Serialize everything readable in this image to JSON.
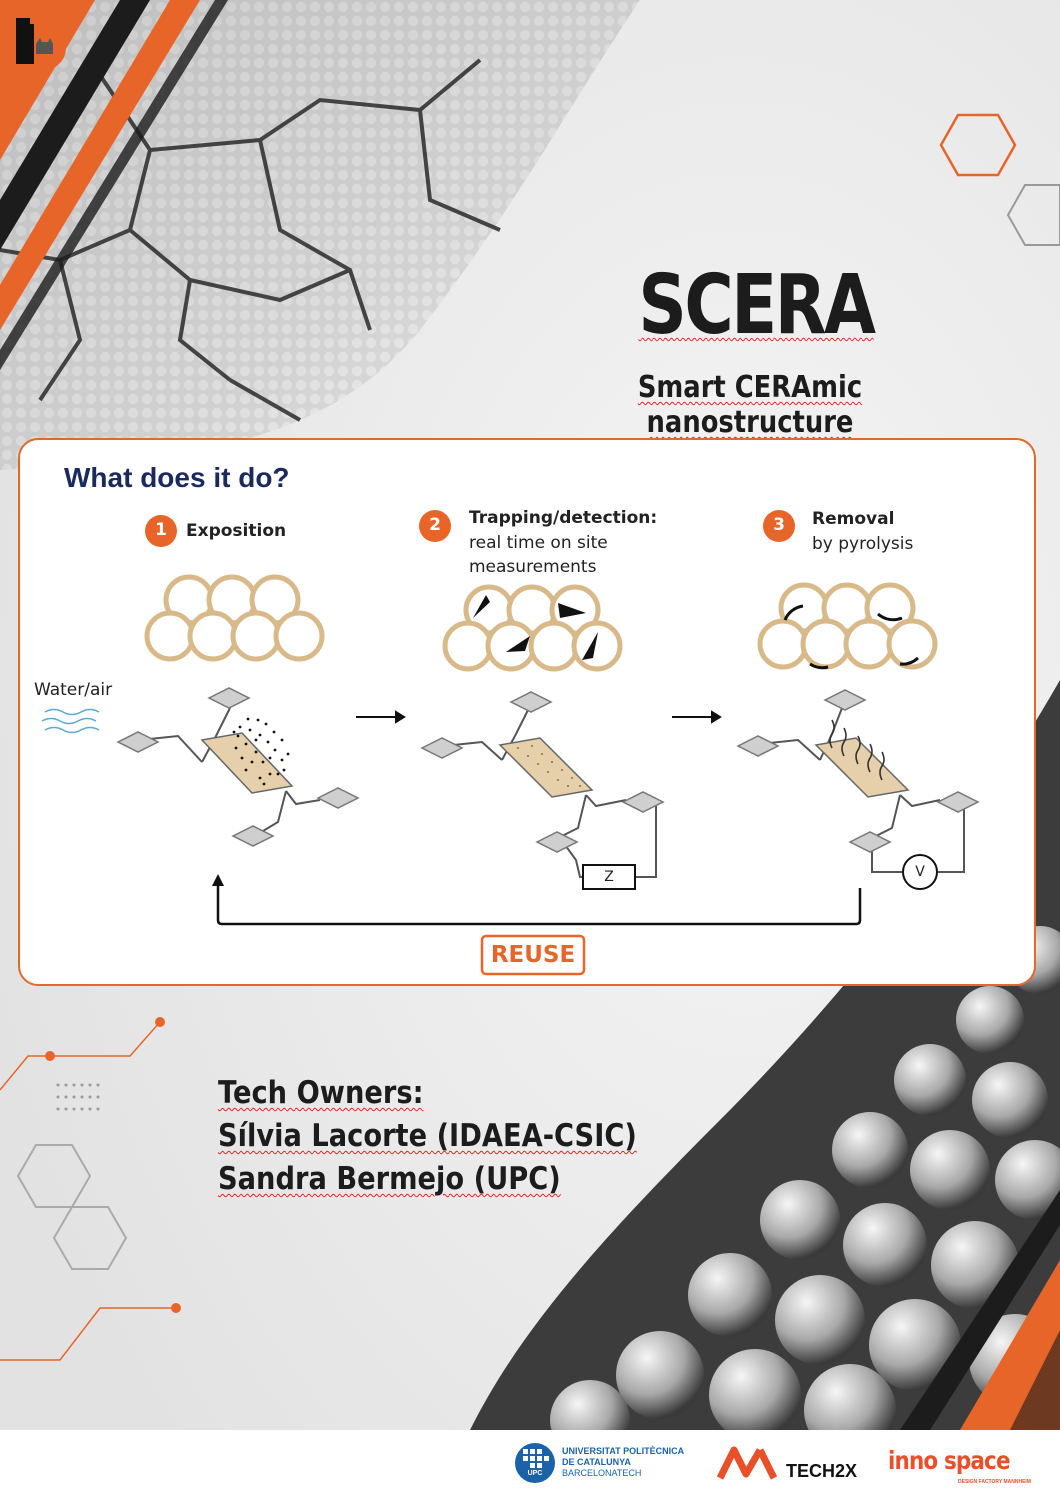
{
  "header": {
    "title": "SCERA",
    "subtitle": "Smart CERAmic nanostructure"
  },
  "panel": {
    "heading": "What does it do?",
    "steps": [
      {
        "number": "1",
        "title": "Exposition",
        "desc_1": "",
        "desc_2": ""
      },
      {
        "number": "2",
        "title": "Trapping/detection:",
        "desc_1": "real time on site",
        "desc_2": "measurements"
      },
      {
        "number": "3",
        "title": "Removal",
        "desc_1": "by pyrolysis",
        "desc_2": ""
      }
    ],
    "input_label": "Water/air",
    "impedance_symbol": "Z",
    "voltage_symbol": "V",
    "reuse_label": "REUSE"
  },
  "owners": {
    "heading": "Tech Owners:",
    "owner_1": "Sílvia Lacorte (IDAEA-CSIC)",
    "owner_2": "Sandra Bermejo (UPC)"
  },
  "footer": {
    "upc_line_1": "UNIVERSITAT POLITÈCNICA",
    "upc_line_2": "DE CATALUNYA",
    "upc_line_3": "BARCELONATECH",
    "upc_badge": "UPC",
    "tech2x": "TECH2X",
    "inno": "inno space",
    "inno_sub": "DESIGN FACTORY MANNHEIM"
  },
  "colors": {
    "accent": "#e8652a",
    "navy": "#1b2a5c",
    "sand": "#d8b98a",
    "upc_blue": "#1b62a8"
  }
}
